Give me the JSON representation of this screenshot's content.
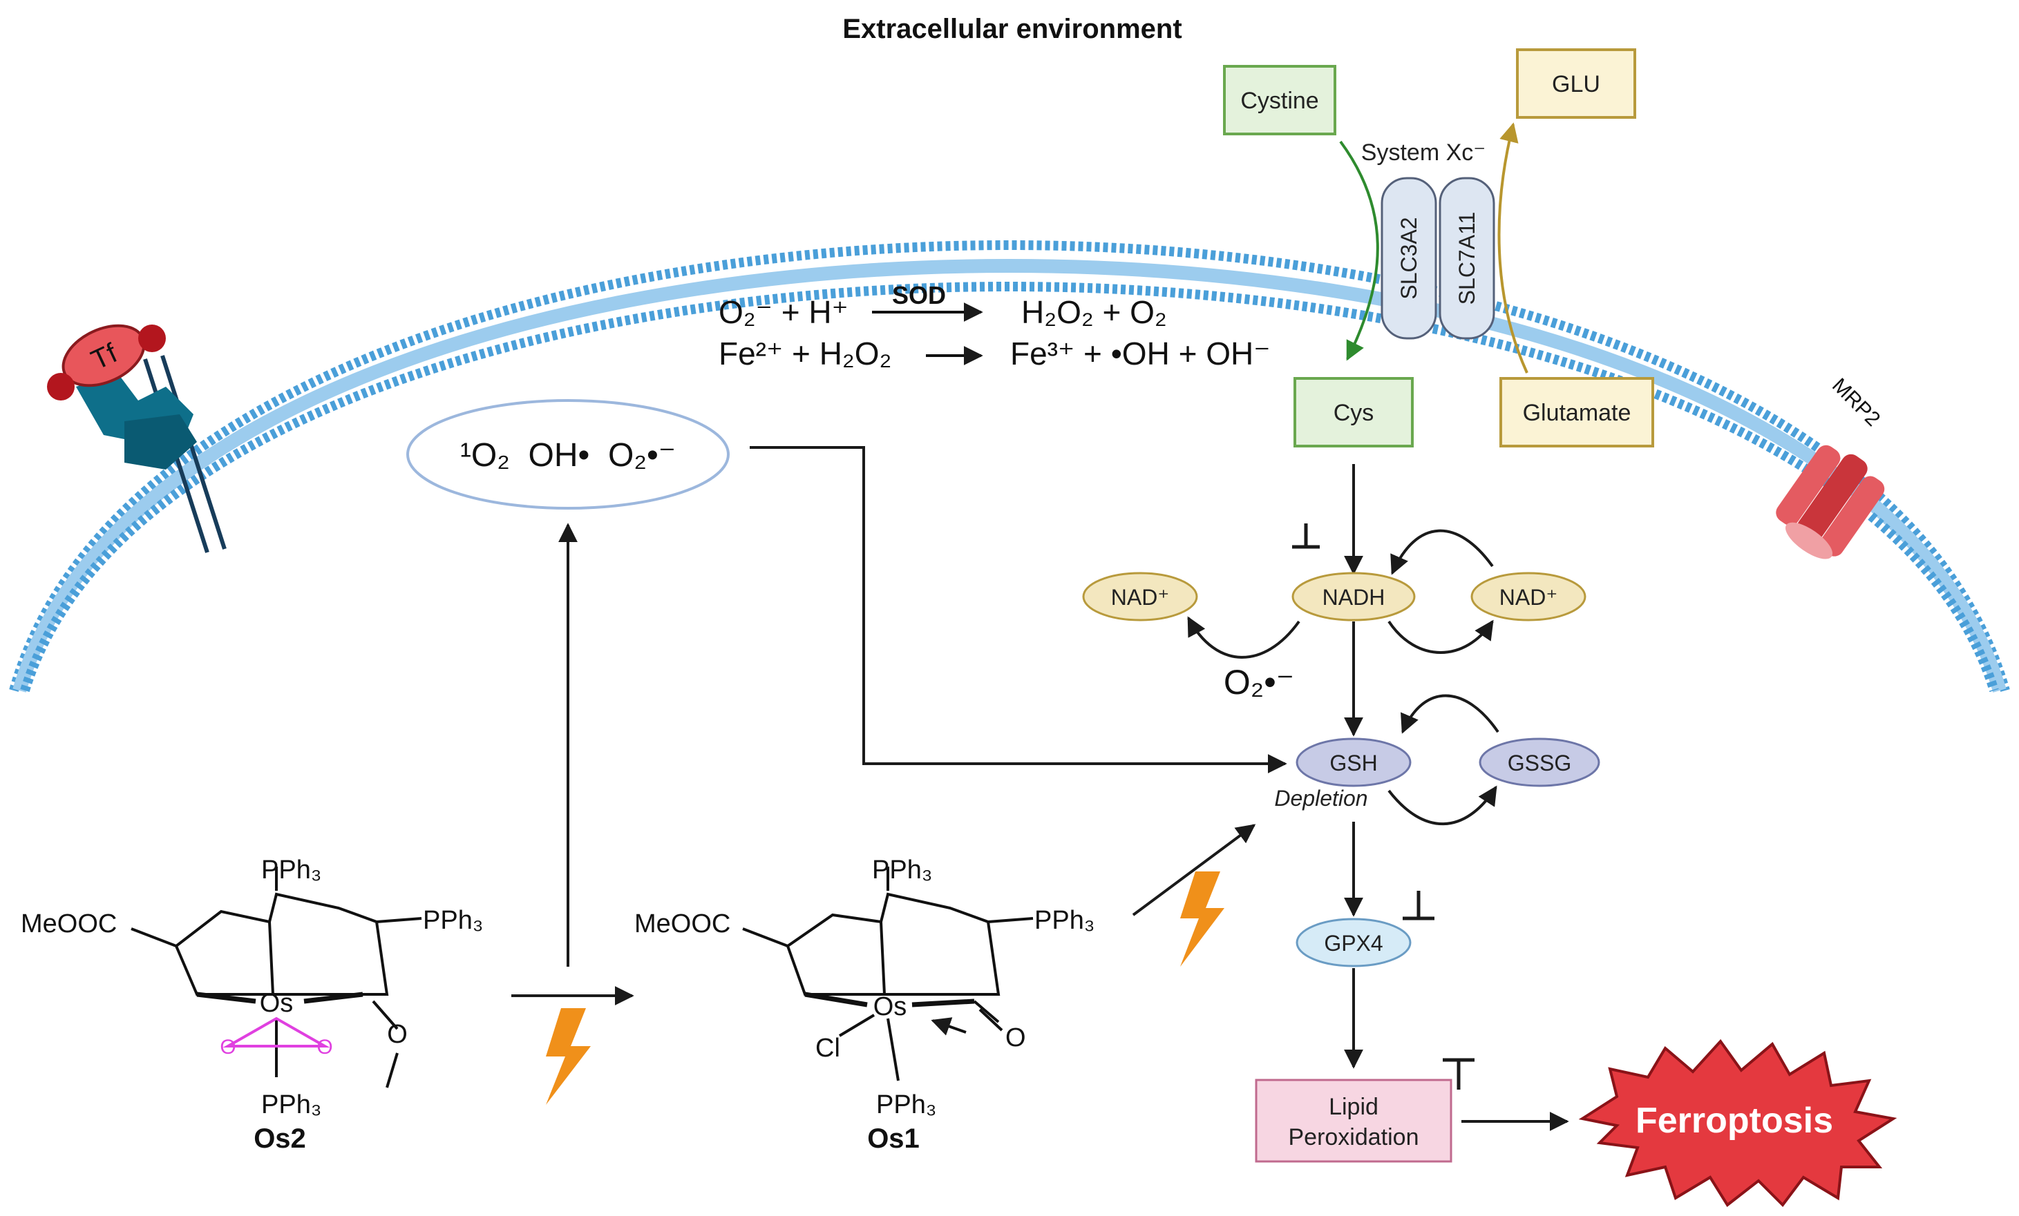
{
  "header": {
    "title": "Extracellular environment"
  },
  "transporter": {
    "system_label": "System Xc⁻",
    "slc3a2": "SLC3A2",
    "slc7a11": "SLC7A11",
    "cystine": "Cystine",
    "glu": "GLU",
    "cys": "Cys",
    "glutamate": "Glutamate"
  },
  "membrane_proteins": {
    "tf": "Tf",
    "mrp2": "MRP2"
  },
  "equations": {
    "eq1_left": "O₂⁻ + H⁺",
    "eq1_enzyme": "SOD",
    "eq1_right": "H₂O₂ + O₂",
    "eq2_left": "Fe²⁺ + H₂O₂",
    "eq2_right": "Fe³⁺ + •OH + OH⁻"
  },
  "ros": {
    "label": "¹O₂  OH•  O₂•⁻"
  },
  "pathway": {
    "nadh": "NADH",
    "nad_left": "NAD⁺",
    "nad_right": "NAD⁺",
    "superoxide": "O₂•⁻",
    "gsh": "GSH",
    "gssg": "GSSG",
    "depletion": "Depletion",
    "gpx4": "GPX4",
    "lipid_line1": "Lipid",
    "lipid_line2": "Peroxidation",
    "ferroptosis": "Ferroptosis"
  },
  "os2": {
    "name": "Os2",
    "ester": "MeOOC",
    "pph3_top": "PPh₃",
    "pph3_side": "PPh₃",
    "pph3_bottom": "PPh₃",
    "metal": "Os",
    "o_left": "O",
    "o_right": "O"
  },
  "os1": {
    "name": "Os1",
    "ester": "MeOOC",
    "pph3_top": "PPh₃",
    "pph3_side": "PPh₃",
    "pph3_bottom": "PPh₃",
    "metal": "Os",
    "cl": "Cl",
    "carbonyl_o": "O"
  },
  "colors": {
    "membrane": "#4a9fd9",
    "transport_in": "#2e8b2e",
    "transport_out": "#b8962e",
    "green_box_fill": "#e4f2dc",
    "green_box_stroke": "#6aa84f",
    "yellow_box_fill": "#fbf3d5",
    "yellow_box_stroke": "#b89a3c",
    "nad_fill": "#f3e7bf",
    "gsh_fill": "#c7cbe6",
    "gpx4_fill": "#d6ebf7",
    "lipid_fill": "#f7d6e2",
    "ferroptosis_fill": "#e4393f",
    "lightning": "#f0901a",
    "peroxo": "#e040e0"
  }
}
